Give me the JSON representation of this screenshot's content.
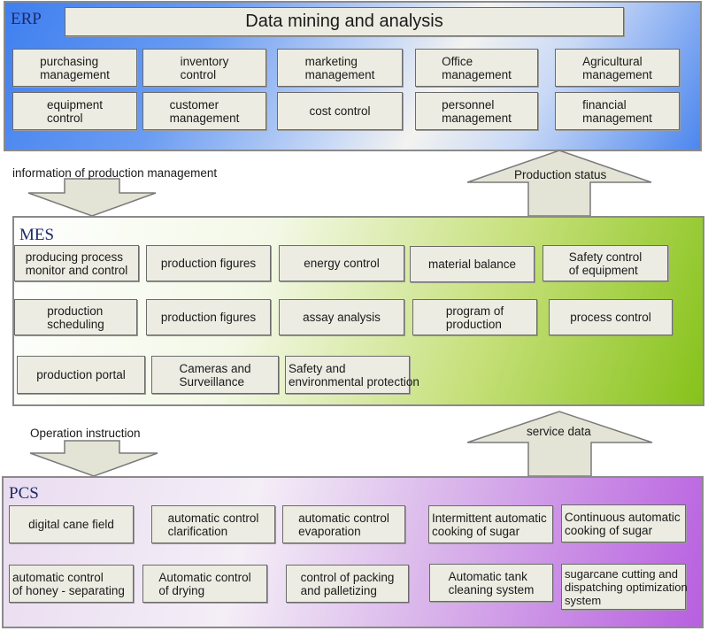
{
  "erp": {
    "label": "ERP",
    "top_box": "Data mining and analysis",
    "modules": [
      "purchasing\nmanagement",
      "inventory\ncontrol",
      "marketing\nmanagement",
      "Office\nmanagement",
      "Agricultural\nmanagement",
      "equipment\ncontrol",
      "customer\nmanagement",
      "cost control",
      "personnel\nmanagement",
      "financial\nmanagement"
    ]
  },
  "flows": {
    "down_1": "information of production management",
    "up_1": "Production status",
    "down_2": "Operation instruction",
    "up_2": "service data"
  },
  "mes": {
    "label": "MES",
    "modules": [
      "producing process\nmonitor and control",
      "production figures",
      "energy control",
      "material balance",
      "Safety control\nof equipment",
      "production\nscheduling",
      "production figures",
      "assay analysis",
      "program of\nproduction",
      "process control",
      "production portal",
      "Cameras and\nSurveillance",
      "Safety and\nenvironmental protection"
    ]
  },
  "pcs": {
    "label": "PCS",
    "modules": [
      "digital cane field",
      "automatic control\nclarification",
      "automatic control\nevaporation",
      "Intermittent automatic\ncooking of sugar",
      "Continuous automatic\ncooking of sugar",
      "automatic control\nof honey - separating",
      "Automatic control\nof drying",
      "control of packing\nand palletizing",
      "Automatic tank\ncleaning system",
      "sugarcane cutting and\ndispatching optimization\nsystem"
    ]
  }
}
